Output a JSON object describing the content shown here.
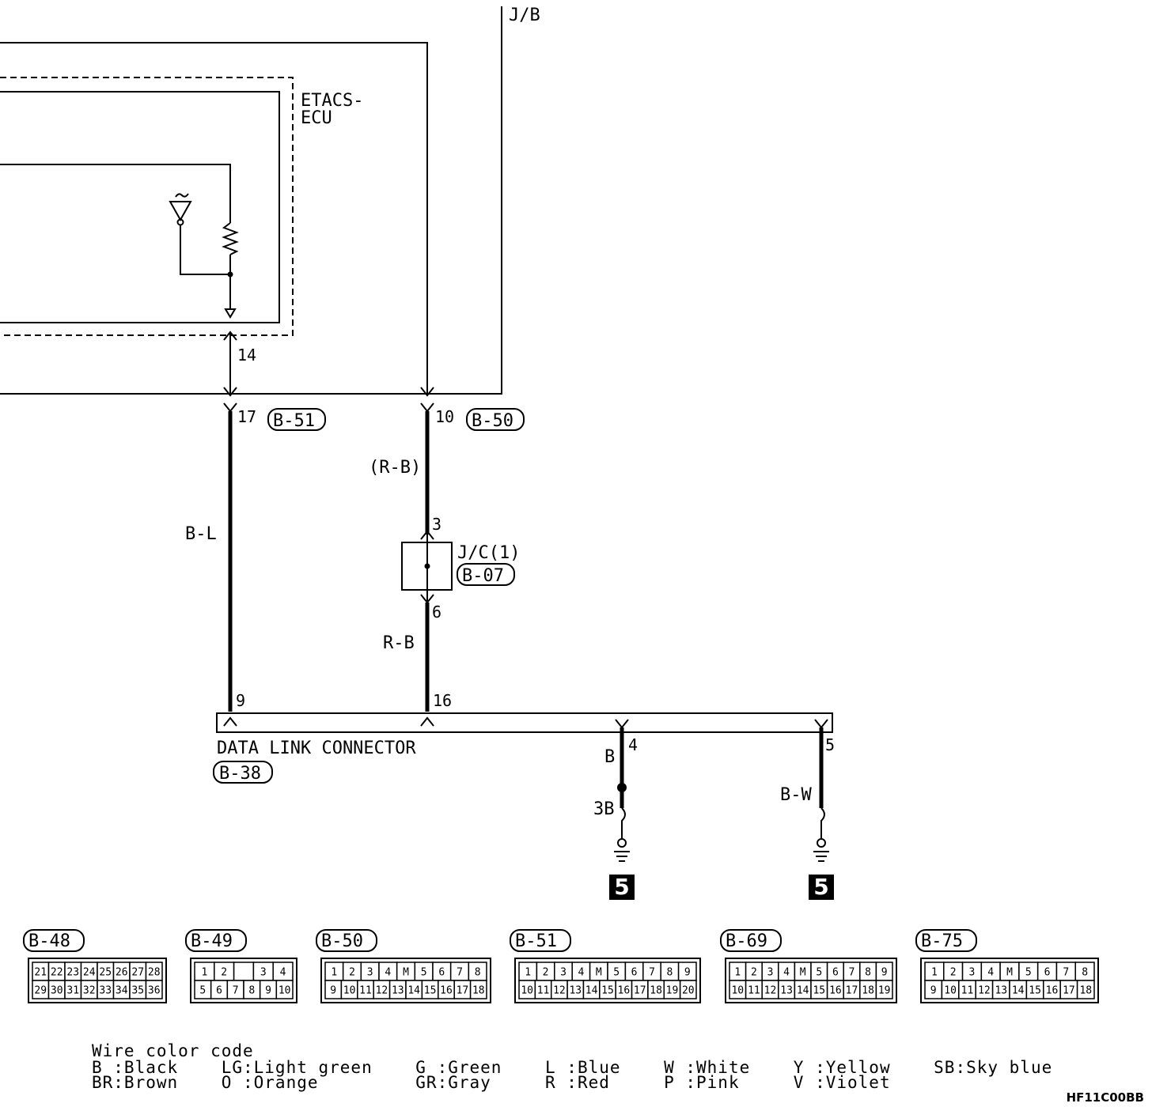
{
  "labels": {
    "jb": "J/B",
    "etacs_line1": "ETACS-",
    "etacs_line2": "ECU",
    "pin_14": "14",
    "pin_17": "17",
    "conn_b51": "B-51",
    "pin_10": "10",
    "conn_b50": "B-50",
    "wire_rb_paren": "(R-B)",
    "wire_bl": "B-L",
    "pin_3": "3",
    "jc_label": "J/C(1)",
    "conn_b07": "B-07",
    "pin_6": "6",
    "wire_rb": "R-B",
    "pin_9": "9",
    "pin_16": "16",
    "pin_4": "4",
    "pin_5": "5",
    "wire_b": "B",
    "wire_bw": "B-W",
    "wire_3b": "3B",
    "dlc_label": "DATA LINK CONNECTOR",
    "conn_b38": "B-38",
    "ground_1": "5",
    "ground_2": "5",
    "diagram_code": "HF11C00BB"
  },
  "connectors": [
    {
      "label": "B-48",
      "rows": [
        [
          "21",
          "22",
          "23",
          "24",
          "25",
          "26",
          "27",
          "28"
        ],
        [
          "29",
          "30",
          "31",
          "32",
          "33",
          "34",
          "35",
          "36"
        ]
      ]
    },
    {
      "label": "B-49",
      "rows": [
        [
          "1",
          "2",
          "",
          "3",
          "4"
        ],
        [
          "5",
          "6",
          "7",
          "8",
          "9",
          "10"
        ]
      ]
    },
    {
      "label": "B-50",
      "rows": [
        [
          "1",
          "2",
          "3",
          "4",
          "M",
          "5",
          "6",
          "7",
          "8"
        ],
        [
          "9",
          "10",
          "11",
          "12",
          "13",
          "14",
          "15",
          "16",
          "17",
          "18"
        ]
      ]
    },
    {
      "label": "B-51",
      "rows": [
        [
          "1",
          "2",
          "3",
          "4",
          "M",
          "5",
          "6",
          "7",
          "8",
          "9"
        ],
        [
          "10",
          "11",
          "12",
          "13",
          "14",
          "15",
          "16",
          "17",
          "18",
          "19",
          "20"
        ]
      ]
    },
    {
      "label": "B-69",
      "rows": [
        [
          "1",
          "2",
          "3",
          "4",
          "M",
          "5",
          "6",
          "7",
          "8",
          "9"
        ],
        [
          "10",
          "11",
          "12",
          "13",
          "14",
          "15",
          "16",
          "17",
          "18",
          "19"
        ]
      ]
    },
    {
      "label": "B-75",
      "rows": [
        [
          "1",
          "2",
          "3",
          "4",
          "M",
          "5",
          "6",
          "7",
          "8"
        ],
        [
          "9",
          "10",
          "11",
          "12",
          "13",
          "14",
          "15",
          "16",
          "17",
          "18"
        ]
      ]
    }
  ],
  "legend": {
    "title": "Wire color code",
    "row1": "B :Black    LG:Light green    G :Green    L :Blue    W :White    Y :Yellow    SB:Sky blue",
    "row2": "BR:Brown    O :Orange         GR:Gray     R :Red     P :Pink     V :Violet"
  }
}
